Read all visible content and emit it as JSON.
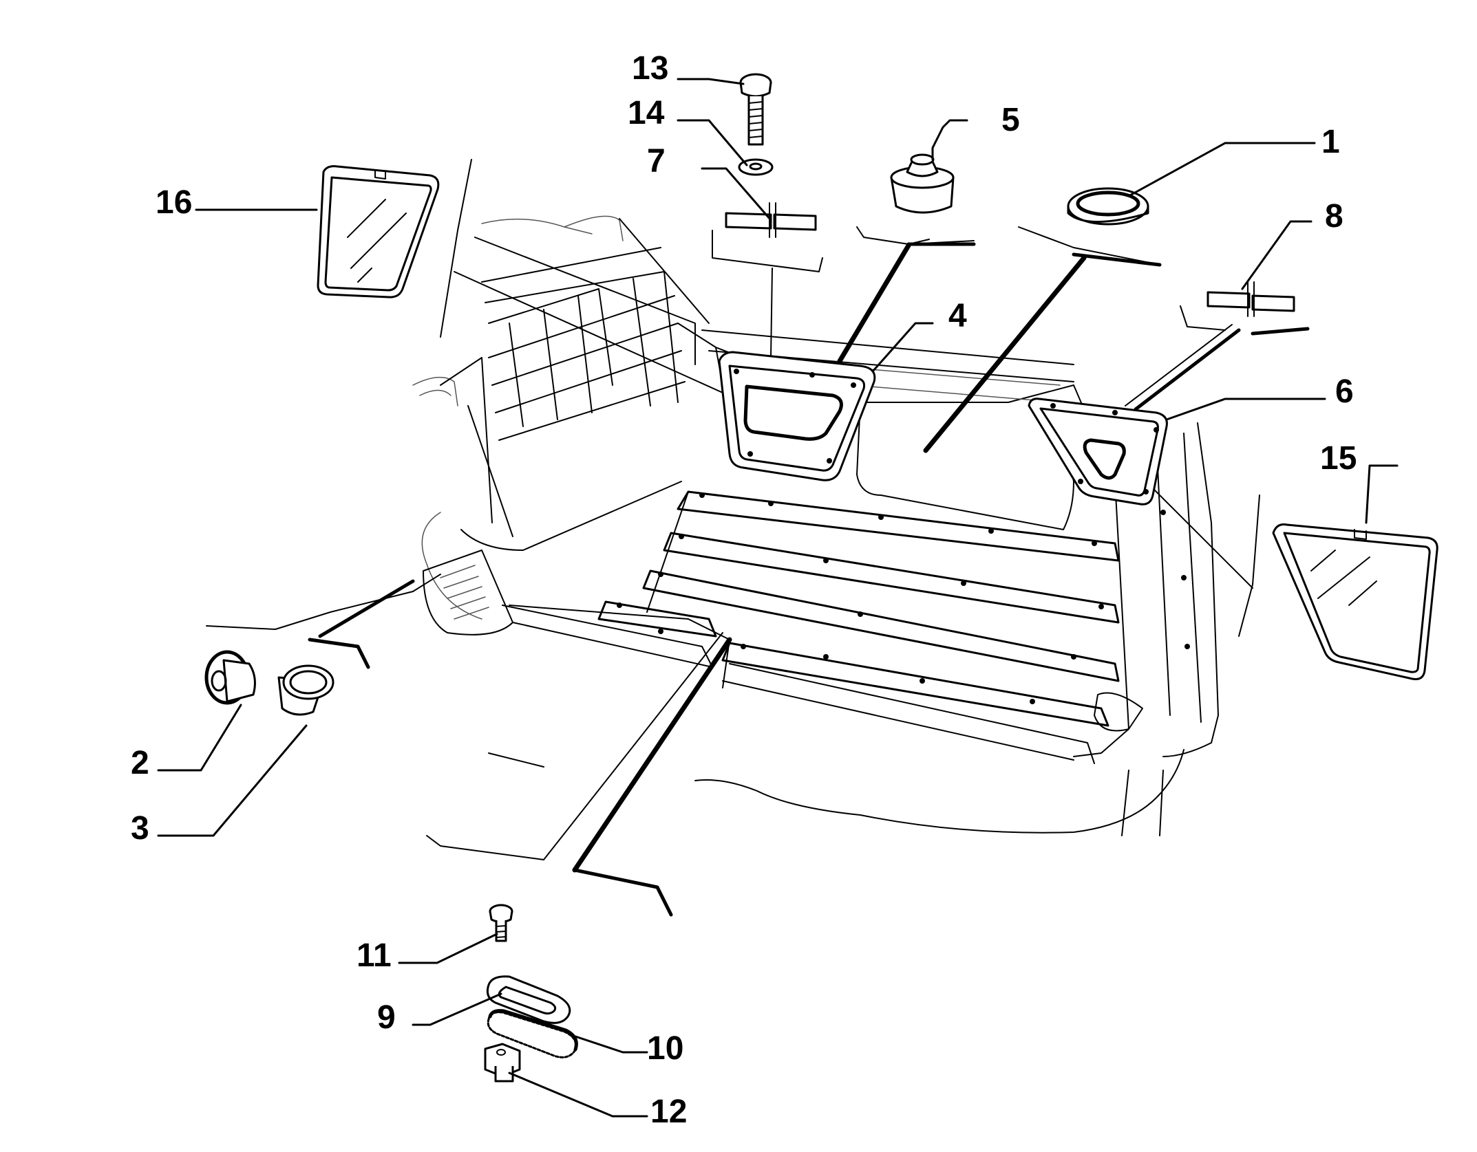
{
  "diagram": {
    "callouts": [
      {
        "id": "c1",
        "label": "1"
      },
      {
        "id": "c2",
        "label": "2"
      },
      {
        "id": "c3",
        "label": "3"
      },
      {
        "id": "c4",
        "label": "4"
      },
      {
        "id": "c5",
        "label": "5"
      },
      {
        "id": "c6",
        "label": "6"
      },
      {
        "id": "c7",
        "label": "7"
      },
      {
        "id": "c8",
        "label": "8"
      },
      {
        "id": "c9",
        "label": "9"
      },
      {
        "id": "c10",
        "label": "10"
      },
      {
        "id": "c11",
        "label": "11"
      },
      {
        "id": "c12",
        "label": "12"
      },
      {
        "id": "c13",
        "label": "13"
      },
      {
        "id": "c14",
        "label": "14"
      },
      {
        "id": "c15",
        "label": "15"
      },
      {
        "id": "c16",
        "label": "16"
      }
    ]
  },
  "colors": {
    "ink": "#000000",
    "background": "#ffffff"
  }
}
